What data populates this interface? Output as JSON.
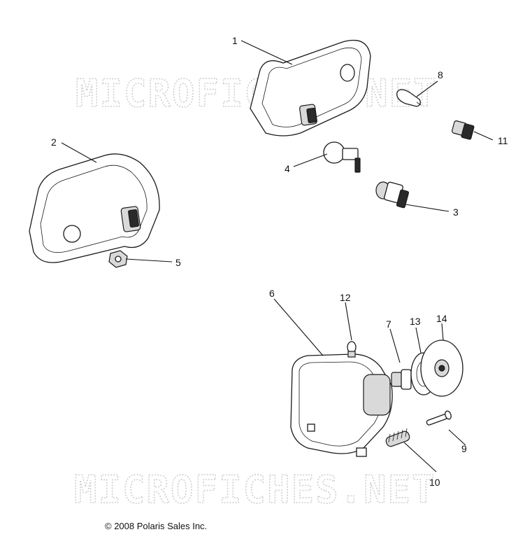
{
  "watermark": "MICROFICHES.NET",
  "copyright": "© 2008 Polaris Sales Inc.",
  "callouts": {
    "c1": "1",
    "c2": "2",
    "c3": "3",
    "c4": "4",
    "c5": "5",
    "c6": "6",
    "c7": "7",
    "c8": "8",
    "c9": "9",
    "c10": "10",
    "c11": "11",
    "c12": "12",
    "c13": "13",
    "c14": "14"
  }
}
